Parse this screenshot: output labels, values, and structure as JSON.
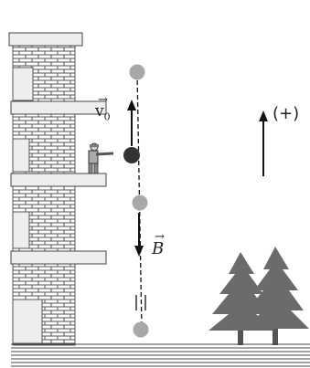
{
  "labels": {
    "initial_velocity_symbol": "v",
    "initial_velocity_subscript": "0",
    "vector_mark": "→",
    "point_b": "B",
    "positive_direction": "(+)"
  },
  "colors": {
    "ball_light": "#a8a8a8",
    "ball_dark": "#333333",
    "brick_line": "#555555",
    "tree": "#6b6b6b",
    "ground_line": "#444444"
  }
}
